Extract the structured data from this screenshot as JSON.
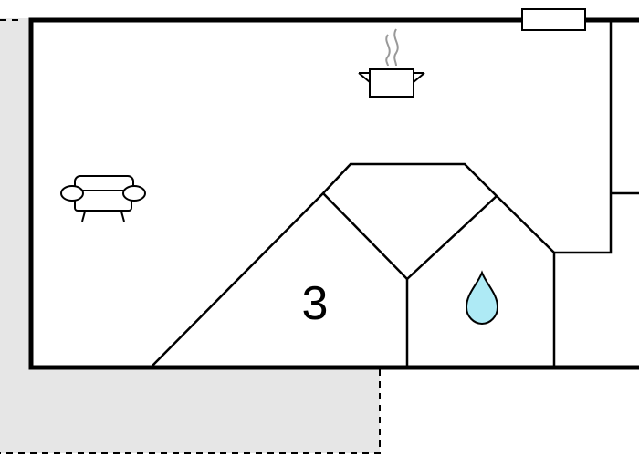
{
  "floor_plan": {
    "rooms": [
      {
        "label": "3",
        "type": "bedroom"
      }
    ],
    "icons": [
      {
        "name": "kitchen-pot-icon",
        "meaning": "kitchen"
      },
      {
        "name": "sofa-icon",
        "meaning": "living room"
      },
      {
        "name": "water-drop-icon",
        "meaning": "bathroom"
      }
    ],
    "colors": {
      "wall": "#000000",
      "outdoor_area": "#e6e6e6",
      "water_drop": "#aeeaf5",
      "background": "#ffffff"
    }
  }
}
